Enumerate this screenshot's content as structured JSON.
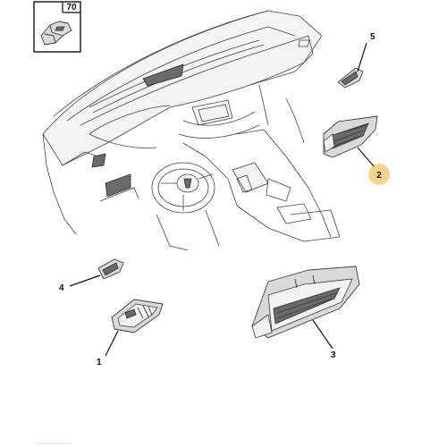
{
  "inset": {
    "label": "70"
  },
  "callouts": [
    {
      "id": "1",
      "label": "1"
    },
    {
      "id": "2",
      "label": "2",
      "highlight_color": "#f4d58a"
    },
    {
      "id": "3",
      "label": "3"
    },
    {
      "id": "4",
      "label": "4"
    },
    {
      "id": "5",
      "label": "5"
    }
  ]
}
